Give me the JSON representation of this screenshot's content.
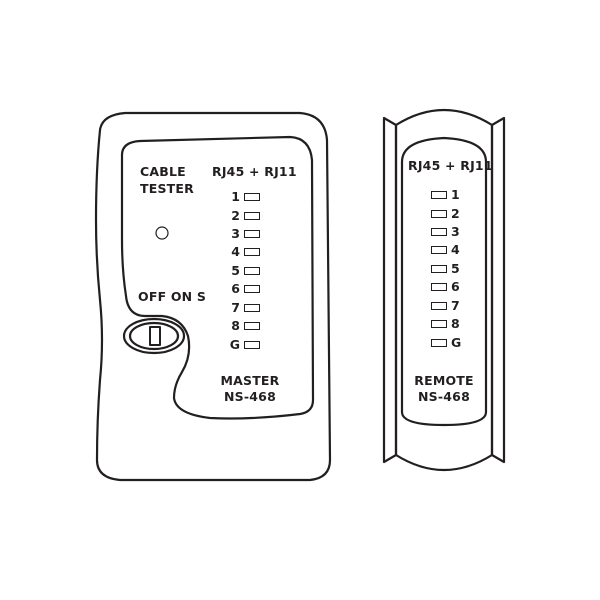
{
  "colors": {
    "stroke": "#231f20",
    "background": "#ffffff"
  },
  "master": {
    "title_line1": "CABLE",
    "title_line2": "TESTER",
    "connector_label": "RJ45 + RJ11",
    "switch_label": "OFF ON S",
    "indicator_icon": "power-led-icon",
    "switch_icon": "slide-switch-icon",
    "model_line1": "MASTER",
    "model_line2": "NS-468",
    "leds": [
      {
        "label": "1"
      },
      {
        "label": "2"
      },
      {
        "label": "3"
      },
      {
        "label": "4"
      },
      {
        "label": "5"
      },
      {
        "label": "6"
      },
      {
        "label": "7"
      },
      {
        "label": "8"
      },
      {
        "label": "G"
      }
    ]
  },
  "remote": {
    "connector_label": "RJ45 + RJ11",
    "model_line1": "REMOTE",
    "model_line2": "NS-468",
    "leds": [
      {
        "label": "1"
      },
      {
        "label": "2"
      },
      {
        "label": "3"
      },
      {
        "label": "4"
      },
      {
        "label": "5"
      },
      {
        "label": "6"
      },
      {
        "label": "7"
      },
      {
        "label": "8"
      },
      {
        "label": "G"
      }
    ]
  }
}
